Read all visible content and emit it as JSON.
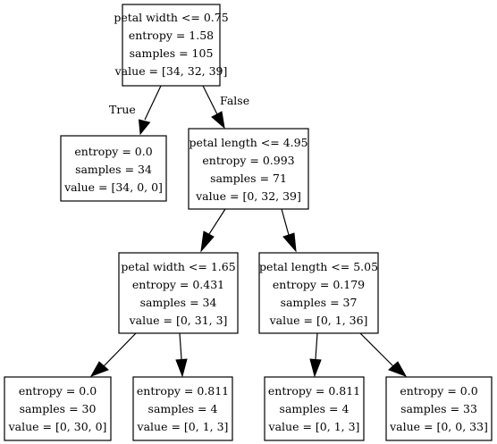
{
  "tree": {
    "nodes": {
      "root": [
        "petal width <= 0.75",
        "entropy = 1.58",
        "samples = 105",
        "value = [34, 32, 39]"
      ],
      "leaf_left": [
        "entropy = 0.0",
        "samples = 34",
        "value = [34, 0, 0]"
      ],
      "split_pl_495": [
        "petal length <= 4.95",
        "entropy = 0.993",
        "samples = 71",
        "value = [0, 32, 39]"
      ],
      "split_pw_165": [
        "petal width <= 1.65",
        "entropy = 0.431",
        "samples = 34",
        "value = [0, 31, 3]"
      ],
      "split_pl_505": [
        "petal length <= 5.05",
        "entropy = 0.179",
        "samples = 37",
        "value = [0, 1, 36]"
      ],
      "leaf_1": [
        "entropy = 0.0",
        "samples = 30",
        "value = [0, 30, 0]"
      ],
      "leaf_2": [
        "entropy = 0.811",
        "samples = 4",
        "value = [0, 1, 3]"
      ],
      "leaf_3": [
        "entropy = 0.811",
        "samples = 4",
        "value = [0, 1, 3]"
      ],
      "leaf_4": [
        "entropy = 0.0",
        "samples = 33",
        "value = [0, 0, 33]"
      ]
    },
    "edge_labels": {
      "true": "True",
      "false": "False"
    }
  }
}
